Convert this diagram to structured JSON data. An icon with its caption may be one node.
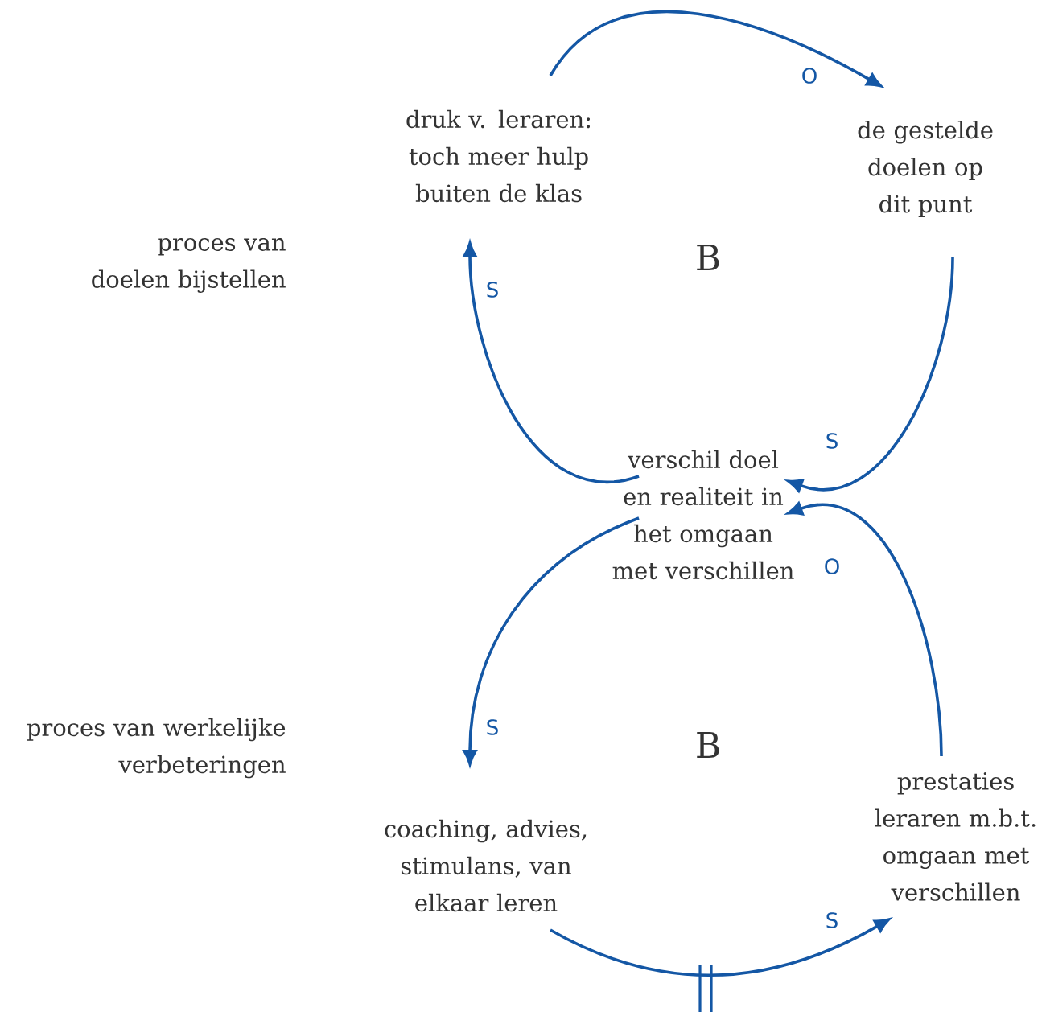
{
  "diagram": {
    "nodes": [
      {
        "text": [
          "druk v. leraren: toch meer hulp buiten de klas"
        ]
      },
      {
        "text": [
          "de gestelde doelen op dit punt"
        ]
      },
      {
        "text": [
          "verschil doel en realiteit in het omgaan met verschillen"
        ]
      },
      {
        "text": [
          "coaching, advies, stimulans, van elkaar leren"
        ]
      },
      {
        "text": [
          "prestaties leraren m.b.t. omgaan met verschillen"
        ]
      }
    ],
    "edges": [
      {
        "from": 0,
        "to": 1,
        "arrow": "to",
        "label": "O"
      },
      {
        "from": 1,
        "to": 2,
        "arrow": "to",
        "label": "S"
      },
      {
        "from": 2,
        "to": 0,
        "arrow": "to",
        "label": "S"
      },
      {
        "from": 2,
        "to": 3,
        "arrow": "to",
        "label": "S"
      },
      {
        "from": 3,
        "to": 4,
        "arrow": "to",
        "label": "S"
      },
      {
        "from": 4,
        "to": 2,
        "arrow": "to",
        "label": "O"
      }
    ],
    "labels": [
      "proces van doelen bijstellen",
      "B",
      "proces van werkelijke verbeteringen",
      "B"
    ]
  }
}
